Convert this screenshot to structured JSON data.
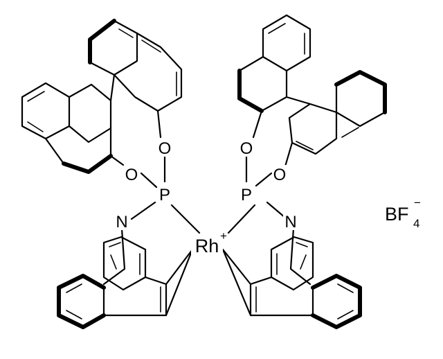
{
  "atoms": {
    "oxygen": "O",
    "phosphorus": "P",
    "nitrogen": "N",
    "metal": "Rh",
    "metal_charge": "+"
  },
  "counterion": {
    "formula": "BF",
    "subscript": "4",
    "charge": "−"
  },
  "colors": {
    "ink": "#000000",
    "background": "#ffffff"
  }
}
